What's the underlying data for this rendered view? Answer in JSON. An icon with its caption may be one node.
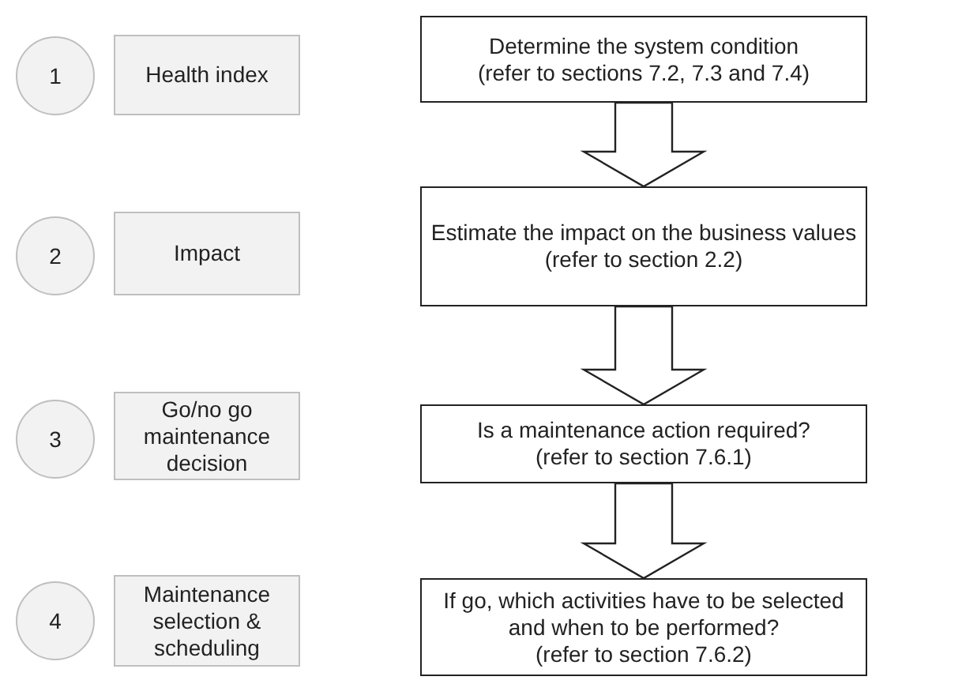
{
  "diagram": {
    "nodes": [
      {
        "text": [
          "1"
        ]
      },
      {
        "text": [
          "Health index"
        ]
      },
      {
        "text": [
          "Determine the system condition",
          "(refer to sections 7.2, 7.3 and 7.4)"
        ]
      },
      {
        "text": [
          "2"
        ]
      },
      {
        "text": [
          "Impact"
        ]
      },
      {
        "text": [
          "Estimate the impact on the business values",
          "(refer to section 2.2)"
        ]
      },
      {
        "text": [
          "3"
        ]
      },
      {
        "text": [
          "Go/no go maintenance decision"
        ]
      },
      {
        "text": [
          "Is a maintenance action required?",
          "(refer to section 7.6.1)"
        ]
      },
      {
        "text": [
          "4"
        ]
      },
      {
        "text": [
          "Maintenance selection & scheduling"
        ]
      },
      {
        "text": [
          "If go, which activities have to be selected and when to be performed?",
          "(refer to section 7.6.2)"
        ]
      }
    ],
    "edges": [
      {
        "from": 2,
        "to": 5,
        "arrow": "to"
      },
      {
        "from": 5,
        "to": 8,
        "arrow": "to"
      },
      {
        "from": 8,
        "to": 11,
        "arrow": "to"
      }
    ]
  }
}
